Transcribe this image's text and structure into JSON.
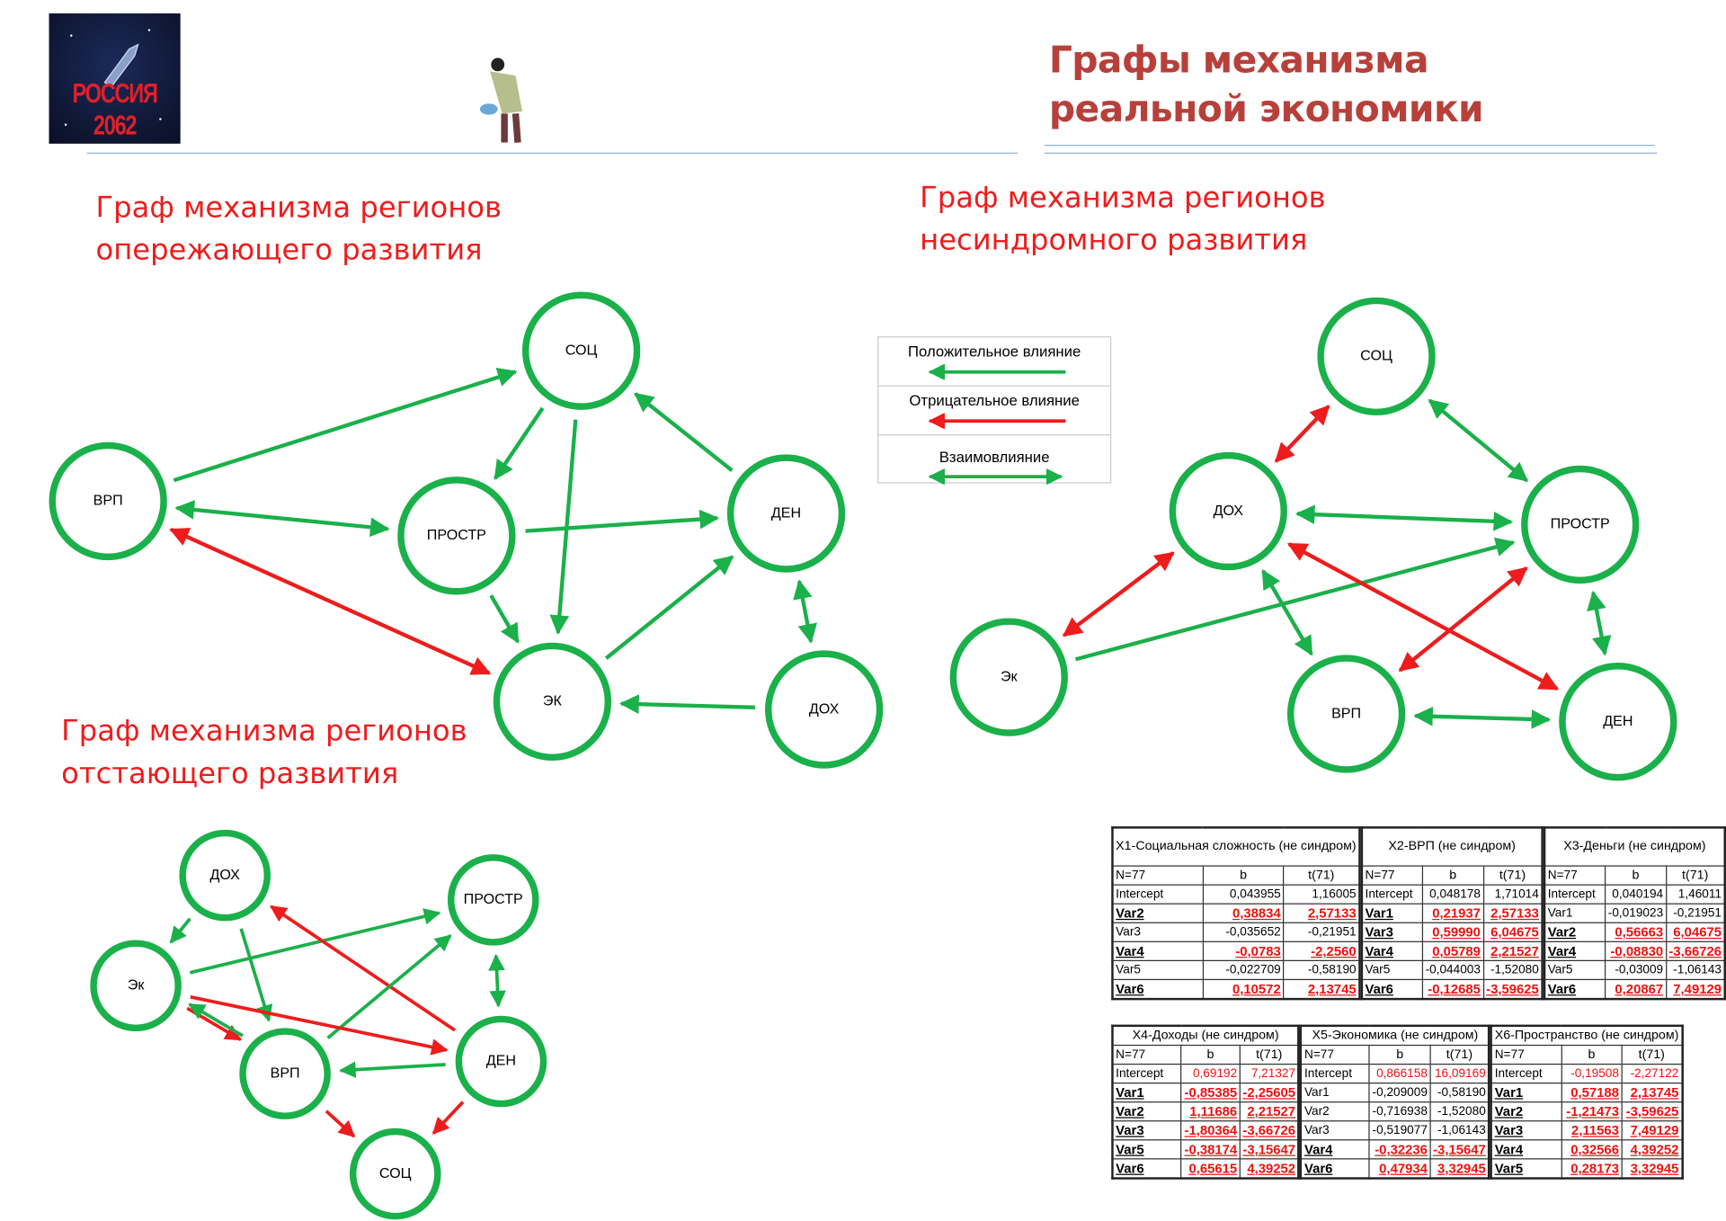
{
  "header": {
    "logo_text": "РОССИЯ 2062",
    "title": "Графы механизма реальной экономики"
  },
  "colors": {
    "positive": "#1ab04a",
    "negative": "#ee1c1c",
    "node_stroke": "#1ab04a",
    "title": "#b8403a"
  },
  "legend": {
    "positive": "Положительное влияние",
    "negative": "Отрицательное влияние",
    "mutual": "Взаимовлияние"
  },
  "graphs": [
    {
      "title": "Граф механизма регионов опережающего развития",
      "nodes": {
        "soc": "СОЦ",
        "vrp": "ВРП",
        "prostr": "ПРОСТР",
        "den": "ДЕН",
        "ek": "ЭК",
        "doh": "ДОХ"
      },
      "edges": [
        [
          "vrp",
          "soc",
          "pos",
          "one"
        ],
        [
          "soc",
          "prostr",
          "pos",
          "one"
        ],
        [
          "soc",
          "ek",
          "pos",
          "one"
        ],
        [
          "den",
          "soc",
          "pos",
          "one"
        ],
        [
          "vrp",
          "prostr",
          "pos",
          "both"
        ],
        [
          "prostr",
          "den",
          "pos",
          "one"
        ],
        [
          "prostr",
          "ek",
          "pos",
          "one"
        ],
        [
          "ek",
          "den",
          "pos",
          "one"
        ],
        [
          "den",
          "doh",
          "pos",
          "both"
        ],
        [
          "doh",
          "ek",
          "pos",
          "one"
        ],
        [
          "vrp",
          "ek",
          "neg",
          "both"
        ]
      ]
    },
    {
      "title": "Граф механизма регионов несиндромного развития",
      "nodes": {
        "soc": "СОЦ",
        "doh": "ДОХ",
        "prostr": "ПРОСТР",
        "ek": "Эк",
        "vrp": "ВРП",
        "den": "ДЕН"
      },
      "edges": [
        [
          "soc",
          "doh",
          "neg",
          "both"
        ],
        [
          "soc",
          "prostr",
          "pos",
          "both"
        ],
        [
          "doh",
          "prostr",
          "pos",
          "both"
        ],
        [
          "ek",
          "doh",
          "neg",
          "both"
        ],
        [
          "ek",
          "prostr",
          "pos",
          "one"
        ],
        [
          "doh",
          "vrp",
          "pos",
          "both"
        ],
        [
          "doh",
          "den",
          "neg",
          "both"
        ],
        [
          "prostr",
          "vrp",
          "neg",
          "both"
        ],
        [
          "prostr",
          "den",
          "pos",
          "both"
        ],
        [
          "vrp",
          "den",
          "pos",
          "both"
        ]
      ]
    },
    {
      "title": "Граф механизма регионов отстающего развития",
      "nodes": {
        "doh": "ДОХ",
        "prostr": "ПРОСТР",
        "ek": "Эк",
        "den": "ДЕН",
        "vrp": "ВРП",
        "soc": "СОЦ"
      },
      "edges": [
        [
          "doh",
          "ek",
          "pos",
          "one"
        ],
        [
          "doh",
          "vrp",
          "pos",
          "one"
        ],
        [
          "ek",
          "prostr",
          "pos",
          "one"
        ],
        [
          "den",
          "doh",
          "neg",
          "one"
        ],
        [
          "prostr",
          "den",
          "pos",
          "both"
        ],
        [
          "den",
          "vrp",
          "pos",
          "one"
        ],
        [
          "vrp",
          "prostr",
          "pos",
          "one"
        ],
        [
          "ek",
          "den",
          "neg",
          "one"
        ],
        [
          "ek",
          "vrp",
          "neg",
          "one"
        ],
        [
          "vrp",
          "ek",
          "pos",
          "one"
        ],
        [
          "vrp",
          "soc",
          "neg",
          "one"
        ],
        [
          "den",
          "soc",
          "neg",
          "one"
        ]
      ]
    }
  ],
  "tables": [
    [
      {
        "title": "X1-Социальная сложность (не синдром)",
        "cols": [
          "N=77",
          "b",
          "t(71)"
        ],
        "rows": [
          [
            "Intercept",
            "0,043955",
            "1,16005",
            ""
          ],
          [
            "Var2",
            "0,38834",
            "2,57133",
            "sig"
          ],
          [
            "Var3",
            "-0,035652",
            "-0,21951",
            ""
          ],
          [
            "Var4",
            "-0,0783",
            "-2,2560",
            "sig"
          ],
          [
            "Var5",
            "-0,022709",
            "-0,58190",
            ""
          ],
          [
            "Var6",
            "0,10572",
            "2,13745",
            "sig"
          ]
        ]
      },
      {
        "title": "X2-ВРП (не синдром)",
        "cols": [
          "N=77",
          "b",
          "t(71)"
        ],
        "rows": [
          [
            "Intercept",
            "0,048178",
            "1,71014",
            ""
          ],
          [
            "Var1",
            "0,21937",
            "2,57133",
            "sig"
          ],
          [
            "Var3",
            "0,59990",
            "6,04675",
            "sig"
          ],
          [
            "Var4",
            "0,05789",
            "2,21527",
            "sig"
          ],
          [
            "Var5",
            "-0,044003",
            "-1,52080",
            ""
          ],
          [
            "Var6",
            "-0,12685",
            "-3,59625",
            "sig"
          ]
        ]
      },
      {
        "title": "X3-Деньги (не синдром)",
        "cols": [
          "N=77",
          "b",
          "t(71)"
        ],
        "rows": [
          [
            "Intercept",
            "0,040194",
            "1,46011",
            ""
          ],
          [
            "Var1",
            "-0,019023",
            "-0,21951",
            ""
          ],
          [
            "Var2",
            "0,56663",
            "6,04675",
            "sig"
          ],
          [
            "Var4",
            "-0,08830",
            "-3,66726",
            "sig"
          ],
          [
            "Var5",
            "-0,03009",
            "-1,06143",
            ""
          ],
          [
            "Var6",
            "0,20867",
            "7,49129",
            "sig"
          ]
        ]
      }
    ],
    [
      {
        "title": "X4-Доходы (не синдром)",
        "cols": [
          "N=77",
          "b",
          "t(71)"
        ],
        "rows": [
          [
            "Intercept",
            "0,69192",
            "7,21327",
            "red"
          ],
          [
            "Var1",
            "-0,85385",
            "-2,25605",
            "sig"
          ],
          [
            "Var2",
            "1,11686",
            "2,21527",
            "sig"
          ],
          [
            "Var3",
            "-1,80364",
            "-3,66726",
            "sig"
          ],
          [
            "Var5",
            "-0,38174",
            "-3,15647",
            "sig"
          ],
          [
            "Var6",
            "0,65615",
            "4,39252",
            "sig"
          ]
        ]
      },
      {
        "title": "X5-Экономика (не синдром)",
        "cols": [
          "N=77",
          "b",
          "t(71)"
        ],
        "rows": [
          [
            "Intercept",
            "0,866158",
            "16,09169",
            "red"
          ],
          [
            "Var1",
            "-0,209009",
            "-0,58190",
            ""
          ],
          [
            "Var2",
            "-0,716938",
            "-1,52080",
            ""
          ],
          [
            "Var3",
            "-0,519077",
            "-1,06143",
            ""
          ],
          [
            "Var4",
            "-0,32236",
            "-3,15647",
            "sig"
          ],
          [
            "Var6",
            "0,47934",
            "3,32945",
            "sig"
          ]
        ]
      },
      {
        "title": "X6-Пространство (не синдром)",
        "cols": [
          "N=77",
          "b",
          "t(71)"
        ],
        "rows": [
          [
            "Intercept",
            "-0,19508",
            "-2,27122",
            "red"
          ],
          [
            "Var1",
            "0,57188",
            "2,13745",
            "sig"
          ],
          [
            "Var2",
            "-1,21473",
            "-3,59625",
            "sig"
          ],
          [
            "Var3",
            "2,11563",
            "7,49129",
            "sig"
          ],
          [
            "Var4",
            "0,32566",
            "4,39252",
            "sig"
          ],
          [
            "Var5",
            "0,28173",
            "3,32945",
            "sig"
          ]
        ]
      }
    ]
  ]
}
